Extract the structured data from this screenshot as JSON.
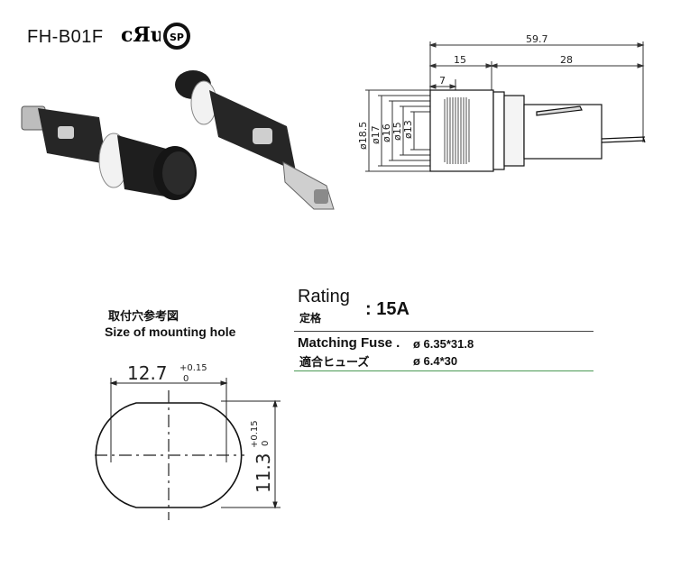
{
  "header": {
    "model": "FH-B01F",
    "cert_ul_text": "cЯus",
    "cert_csa_text": "SP"
  },
  "side_drawing": {
    "overall_length": "59.7",
    "dim_15": "15",
    "dim_28": "28",
    "dim_7": "7",
    "dia_185": "ø18.5",
    "dia_17": "ø17",
    "dia_16": "ø16",
    "dia_15": "ø15",
    "dia_13": "ø13"
  },
  "mounting_hole": {
    "title_jp": "取付穴参考図",
    "title_en": "Size of mounting hole",
    "width": "12.7",
    "width_tol_plus": "+0.15",
    "width_tol_minus": "0",
    "height": "11.3",
    "height_tol_plus": "+0.15",
    "height_tol_minus": "0"
  },
  "specs": {
    "rating_label": "Rating",
    "rating_label_jp": "定格",
    "rating_value": ": 15A",
    "fuse_label": "Matching Fuse .",
    "fuse_label_jp": "適合ヒューズ",
    "fuse_value_1": "ø 6.35*31.8",
    "fuse_value_2": "ø 6.4*30"
  }
}
